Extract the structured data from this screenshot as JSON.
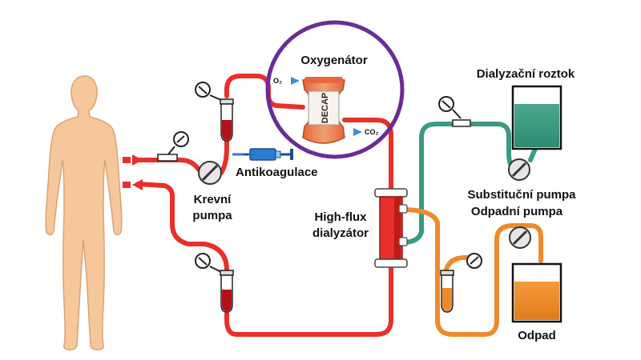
{
  "labels": {
    "oxygenator": "Oxygenátor",
    "o2": "O₂",
    "co2": "CO₂",
    "decap": "DECAP",
    "anticoagulant": "Antikoagulace",
    "blood_pump_line1": "Krevní",
    "blood_pump_line2": "pumpa",
    "dialyzer_line1": "High-flux",
    "dialyzer_line2": "dialyzátor",
    "dialysate_solution": "Dialyzační roztok",
    "substitution_pump": "Substituční pumpa",
    "waste_pump": "Odpadní pumpa",
    "waste": "Odpad"
  },
  "colors": {
    "blood_line": "#e8302a",
    "dialysate_line": "#3a9a82",
    "waste_line": "#ef8a2b",
    "highlight_circle": "#6a2c96",
    "body": "#f6c79a",
    "body_outline": "#d9a477"
  },
  "icons": [
    "pressure-gauge-icon",
    "roller-pump-icon",
    "syringe-icon",
    "drip-chamber-icon",
    "bag-icon",
    "direction-arrow-icon"
  ]
}
